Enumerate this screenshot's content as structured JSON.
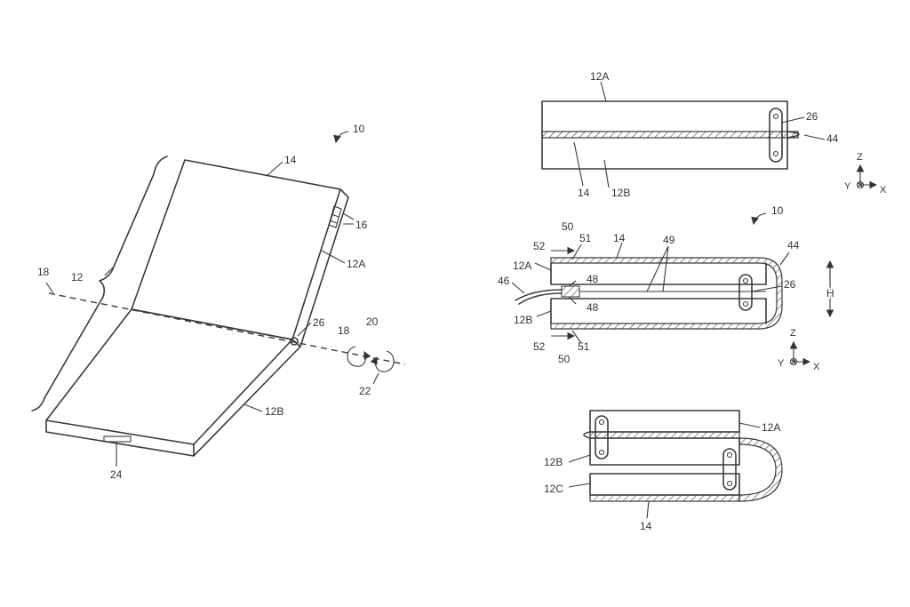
{
  "left_figure": {
    "labels": {
      "ref_10": "10",
      "ref_14": "14",
      "ref_16": "16",
      "ref_12A": "12A",
      "ref_18a": "18",
      "ref_12": "12",
      "ref_26": "26",
      "ref_20": "20",
      "ref_18b": "18",
      "ref_22": "22",
      "ref_12B": "12B",
      "ref_24": "24"
    }
  },
  "top_right_figure": {
    "labels": {
      "ref_12A": "12A",
      "ref_26": "26",
      "ref_44": "44",
      "ref_14": "14",
      "ref_12B": "12B"
    },
    "axes": {
      "z": "Z",
      "y": "Y",
      "x": "X"
    }
  },
  "middle_right_figure": {
    "labels": {
      "ref_10": "10",
      "ref_50a": "50",
      "ref_52a": "52",
      "ref_51a": "51",
      "ref_14": "14",
      "ref_49": "49",
      "ref_44": "44",
      "ref_12A": "12A",
      "ref_46": "46",
      "ref_48a": "48",
      "ref_48b": "48",
      "ref_26": "26",
      "ref_H": "H",
      "ref_12B": "12B",
      "ref_52b": "52",
      "ref_51b": "51",
      "ref_50b": "50"
    },
    "axes": {
      "z": "Z",
      "y": "Y",
      "x": "X"
    }
  },
  "bottom_right_figure": {
    "labels": {
      "ref_12A": "12A",
      "ref_12B": "12B",
      "ref_12C": "12C",
      "ref_14": "14"
    }
  }
}
